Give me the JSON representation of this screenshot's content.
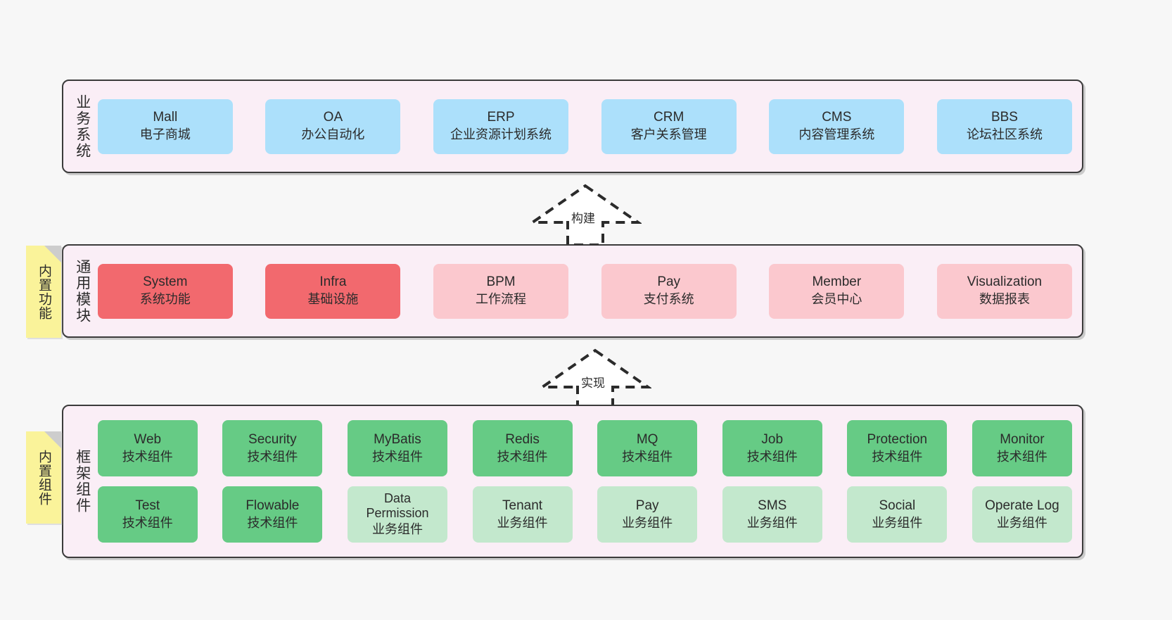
{
  "theme": {
    "page_background": "#f7f7f7",
    "layer_background": "#faeef6",
    "layer_border": "#3b3b3b",
    "business_card": "#ace0fb",
    "module_card_strong": "#f2696e",
    "module_card_light": "#fbc8ce",
    "framework_card_tech": "#66cb85",
    "framework_card_biz": "#c3e8cd",
    "sticky_note": "#faf39a",
    "sticky_note_fold": "#cdcdcd"
  },
  "layers": {
    "business": {
      "title": "业务系统",
      "cards": [
        {
          "en": "Mall",
          "cn": "电子商城"
        },
        {
          "en": "OA",
          "cn": "办公自动化"
        },
        {
          "en": "ERP",
          "cn": "企业资源计划系统"
        },
        {
          "en": "CRM",
          "cn": "客户关系管理"
        },
        {
          "en": "CMS",
          "cn": "内容管理系统"
        },
        {
          "en": "BBS",
          "cn": "论坛社区系统"
        }
      ]
    },
    "modules": {
      "title": "通用模块",
      "cards": [
        {
          "en": "System",
          "cn": "系统功能",
          "tone": "red"
        },
        {
          "en": "Infra",
          "cn": "基础设施",
          "tone": "red"
        },
        {
          "en": "BPM",
          "cn": "工作流程",
          "tone": "pink"
        },
        {
          "en": "Pay",
          "cn": "支付系统",
          "tone": "pink"
        },
        {
          "en": "Member",
          "cn": "会员中心",
          "tone": "pink"
        },
        {
          "en": "Visualization",
          "cn": "数据报表",
          "tone": "pink"
        }
      ]
    },
    "framework": {
      "title": "框架组件",
      "row1": [
        {
          "en": "Web",
          "cn": "技术组件",
          "tone": "green"
        },
        {
          "en": "Security",
          "cn": "技术组件",
          "tone": "green"
        },
        {
          "en": "MyBatis",
          "cn": "技术组件",
          "tone": "green"
        },
        {
          "en": "Redis",
          "cn": "技术组件",
          "tone": "green"
        },
        {
          "en": "MQ",
          "cn": "技术组件",
          "tone": "green"
        },
        {
          "en": "Job",
          "cn": "技术组件",
          "tone": "green"
        },
        {
          "en": "Protection",
          "cn": "技术组件",
          "tone": "green"
        },
        {
          "en": "Monitor",
          "cn": "技术组件",
          "tone": "green"
        }
      ],
      "row2": [
        {
          "en": "Test",
          "cn": "技术组件",
          "tone": "green"
        },
        {
          "en": "Flowable",
          "cn": "技术组件",
          "tone": "green"
        },
        {
          "en": "Data Permission",
          "cn": "业务组件",
          "tone": "lightgreen",
          "wrap": true
        },
        {
          "en": "Tenant",
          "cn": "业务组件",
          "tone": "lightgreen"
        },
        {
          "en": "Pay",
          "cn": "业务组件",
          "tone": "lightgreen"
        },
        {
          "en": "SMS",
          "cn": "业务组件",
          "tone": "lightgreen"
        },
        {
          "en": "Social",
          "cn": "业务组件",
          "tone": "lightgreen"
        },
        {
          "en": "Operate Log",
          "cn": "业务组件",
          "tone": "lightgreen"
        }
      ]
    }
  },
  "notes": [
    {
      "id": "builtin-func",
      "text": "内置功能"
    },
    {
      "id": "builtin-comp",
      "text": "内置组件"
    }
  ],
  "arrows": [
    {
      "id": "build",
      "label": "构建"
    },
    {
      "id": "implement",
      "label": "实现"
    }
  ]
}
